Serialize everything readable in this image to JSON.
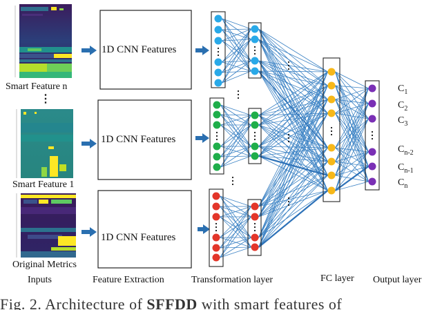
{
  "inputs": {
    "items": [
      {
        "label": "Smart Feature n"
      },
      {
        "label": "Smart Feature 1"
      },
      {
        "label": "Original Metrics"
      }
    ],
    "ellipsis": "⋮"
  },
  "cnn": {
    "box_label": "1D CNN Features"
  },
  "stage_labels": {
    "inputs": "Inputs",
    "feature_extraction": "Feature Extraction",
    "transformation": "Transformation layer",
    "fc": "FC layer",
    "output": "Output layer"
  },
  "outputs": [
    {
      "base": "C",
      "sub": "1"
    },
    {
      "base": "C",
      "sub": "2"
    },
    {
      "base": "C",
      "sub": "3"
    },
    {
      "base": "C",
      "sub": "n-2"
    },
    {
      "base": "C",
      "sub": "n-1"
    },
    {
      "base": "C",
      "sub": "n"
    }
  ],
  "caption": {
    "prefix": "Fig.   2.   Architecture   of   ",
    "bold": "SFFDD",
    "suffix": "   with   smart   features   of"
  },
  "colors": {
    "arrow": "#2a6fb0",
    "edge": "#3b82c4",
    "blue_node": "#29a9e8",
    "green_node": "#1fae4a",
    "red_node": "#e3362a",
    "red_node_dark": "#c0201a",
    "yellow_node": "#f7b81a",
    "purple_node": "#7a2fb5"
  }
}
